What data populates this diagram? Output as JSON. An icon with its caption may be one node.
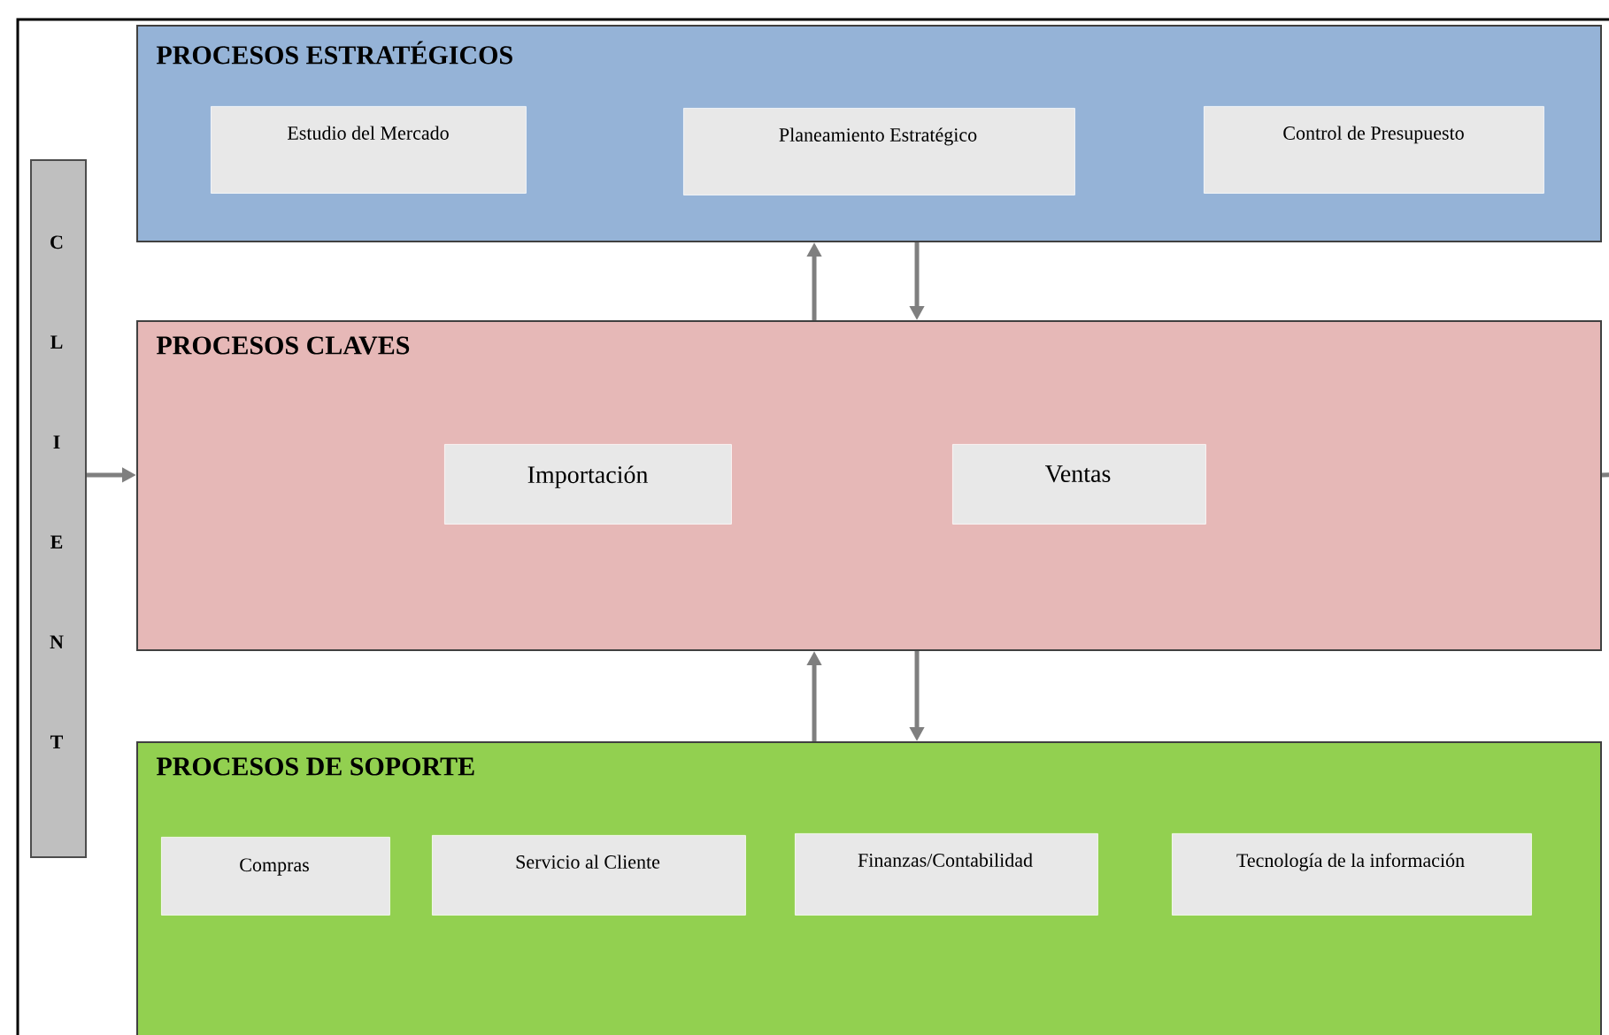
{
  "diagram": {
    "nodes": [
      {
        "text": [
          "C L I E N T"
        ]
      },
      {
        "text": [
          "PROCESOS ESTRATÉGICOS"
        ]
      },
      {
        "text": [
          "Estudio del Mercado"
        ],
        "in": 1
      },
      {
        "text": [
          "Planeamiento Estratégico"
        ],
        "in": 1
      },
      {
        "text": [
          "Control de Presupuesto"
        ],
        "in": 1
      },
      {
        "text": [
          "PROCESOS CLAVES"
        ]
      },
      {
        "text": [
          "Importación"
        ],
        "in": 5
      },
      {
        "text": [
          "Ventas"
        ],
        "in": 5
      },
      {
        "text": [
          "PROCESOS DE SOPORTE"
        ]
      },
      {
        "text": [
          "Compras"
        ],
        "in": 8
      },
      {
        "text": [
          "Servicio al Cliente"
        ],
        "in": 8
      },
      {
        "text": [
          "Finanzas/Contabilidad"
        ],
        "in": 8
      },
      {
        "text": [
          "Tecnología de la información"
        ],
        "in": 8
      }
    ],
    "edges": [
      {
        "from": 0,
        "to": 5,
        "arrow": "to"
      },
      {
        "from": 5,
        "to": 1,
        "arrow": "to"
      },
      {
        "from": 1,
        "to": 5,
        "arrow": "to"
      },
      {
        "from": 8,
        "to": 5,
        "arrow": "to"
      },
      {
        "from": 5,
        "to": 8,
        "arrow": "to"
      },
      {
        "from": 5,
        "to": null,
        "arrow": "none"
      }
    ]
  }
}
